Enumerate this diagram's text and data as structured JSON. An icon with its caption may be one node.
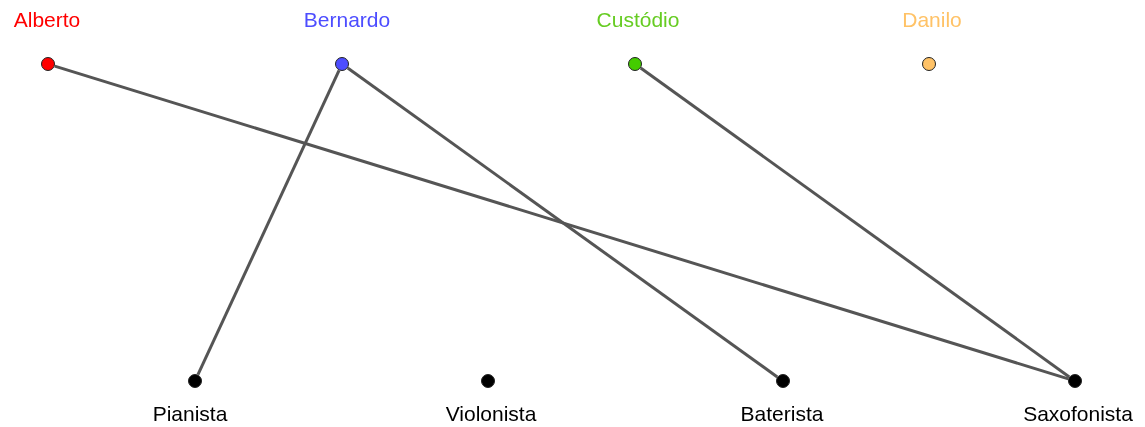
{
  "diagram": {
    "nodes": [
      {
        "text": [
          "Alberto"
        ]
      },
      {
        "text": [
          "Bernardo"
        ]
      },
      {
        "text": [
          "Custódio"
        ]
      },
      {
        "text": [
          "Danilo"
        ]
      },
      {
        "text": [
          "Pianista"
        ]
      },
      {
        "text": [
          "Violonista"
        ]
      },
      {
        "text": [
          "Baterista"
        ]
      },
      {
        "text": [
          "Saxofonista"
        ]
      }
    ],
    "edges": [
      {
        "from": 0,
        "to": 7,
        "arrow": "none"
      },
      {
        "from": 1,
        "to": 4,
        "arrow": "none"
      },
      {
        "from": 1,
        "to": 6,
        "arrow": "none"
      },
      {
        "from": 2,
        "to": 7,
        "arrow": "none"
      }
    ]
  }
}
